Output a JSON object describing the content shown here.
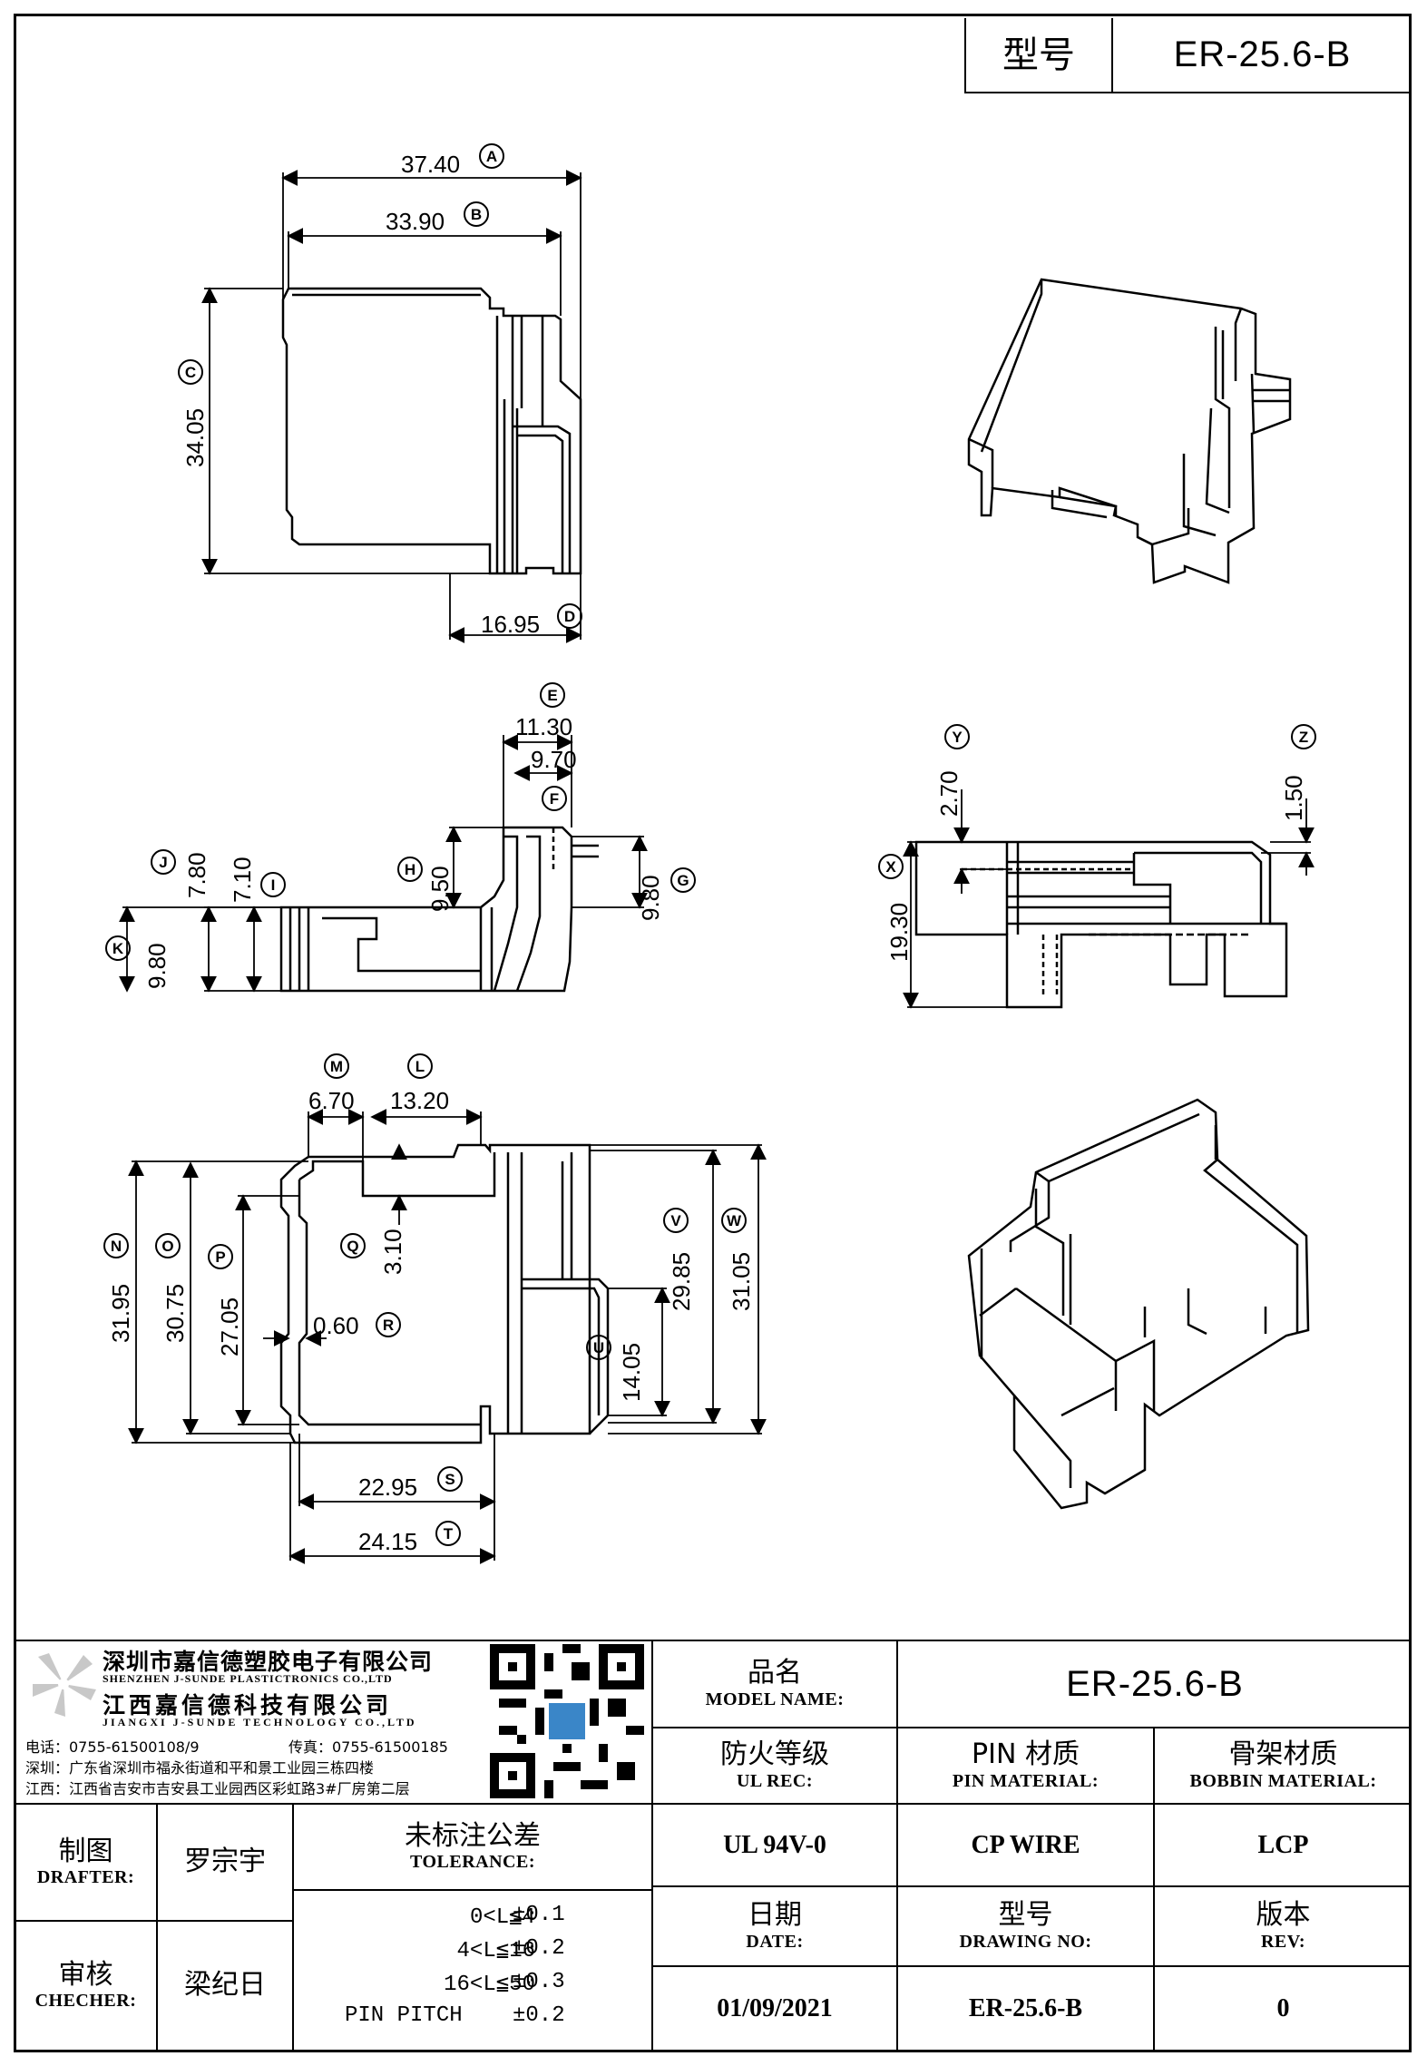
{
  "header": {
    "type_label": "型号",
    "type_value": "ER-25.6-B"
  },
  "dimensions": {
    "A": "37.40",
    "B": "33.90",
    "C": "34.05",
    "D": "16.95",
    "E": "11.30",
    "F": "9.70",
    "G": "9.80",
    "H": "9.50",
    "I": "7.10",
    "J": "7.80",
    "K": "9.80",
    "Y": "2.70",
    "Z": "1.50",
    "X": "19.30",
    "M": "6.70",
    "L": "13.20",
    "Q": "3.10",
    "R": "0.60",
    "N": "31.95",
    "O": "30.75",
    "P": "27.05",
    "V": "29.85",
    "W": "31.05",
    "U": "14.05",
    "S": "22.95",
    "T": "24.15"
  },
  "company": {
    "name_cn_1": "深圳市嘉信德塑胶电子有限公司",
    "name_en_1": "SHENZHEN J-SUNDE PLASTICTRONICS CO.,LTD",
    "name_cn_2": "江西嘉信德科技有限公司",
    "name_en_2": "JIANGXI J-SUNDE TECHNOLOGY CO.,LTD",
    "phone": "电话：0755-61500108/9",
    "fax": "传真：0755-61500185",
    "addr_sz": "深圳：广东省深圳市福永街道和平和景工业园三栋四楼",
    "addr_jx": "江西：江西省吉安市吉安县工业园西区彩虹路3#厂房第二层"
  },
  "title_block": {
    "model_name_cn": "品名",
    "model_name_en": "MODEL NAME:",
    "model_name_value": "ER-25.6-B",
    "ul_cn": "防火等级",
    "ul_en": "UL REC:",
    "ul_value": "UL 94V-0",
    "pin_cn": "PIN 材质",
    "pin_en": "PIN MATERIAL:",
    "pin_value": "CP WIRE",
    "bobbin_cn": "骨架材质",
    "bobbin_en": "BOBBIN MATERIAL:",
    "bobbin_value": "LCP",
    "drafter_cn": "制图",
    "drafter_en": "DRAFTER:",
    "drafter_value": "罗宗宇",
    "checker_cn": "审核",
    "checker_en": "CHECHER:",
    "checker_value": "梁纪日",
    "tol_cn": "未标注公差",
    "tol_en": "TOLERANCE:",
    "tolerances": [
      {
        "range": "0<L≦4",
        "value": "±0.1"
      },
      {
        "range": "4<L≦16",
        "value": "±0.2"
      },
      {
        "range": "16<L≦50",
        "value": "±0.3"
      },
      {
        "range": "PIN PITCH",
        "value": "±0.2"
      }
    ],
    "date_cn": "日期",
    "date_en": "DATE:",
    "date_value": "01/09/2021",
    "drawing_cn": "型号",
    "drawing_en": "DRAWING NO:",
    "drawing_value": "ER-25.6-B",
    "rev_cn": "版本",
    "rev_en": "REV:",
    "rev_value": "0"
  }
}
